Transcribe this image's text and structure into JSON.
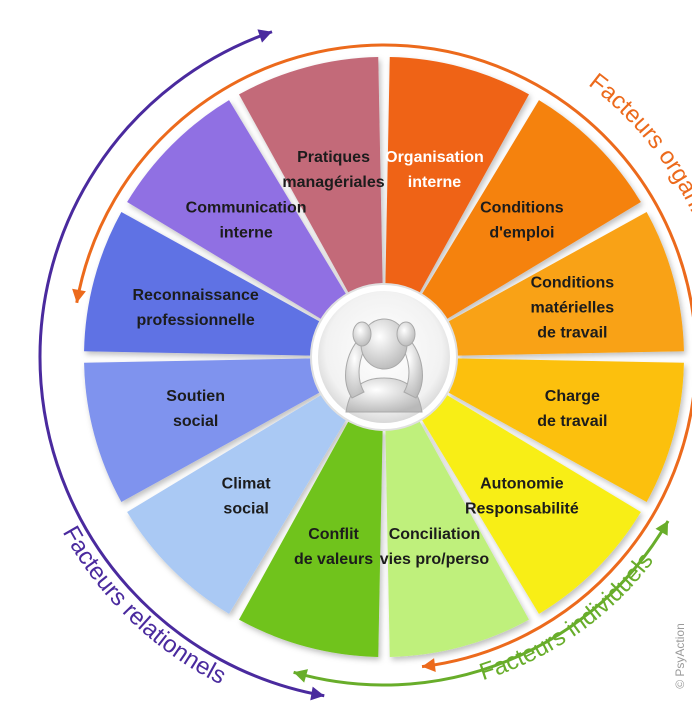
{
  "segments": [
    {
      "id": "organisation-interne",
      "lines": [
        "Organisation",
        "interne"
      ],
      "color": "#ef6316",
      "group": "organisational"
    },
    {
      "id": "conditions-emploi",
      "lines": [
        "Conditions",
        "d'emploi"
      ],
      "color": "#f5820e",
      "group": "organisational"
    },
    {
      "id": "conditions-materielles",
      "lines": [
        "Conditions",
        "matérielles",
        "de travail"
      ],
      "color": "#f9a214",
      "group": "organisational"
    },
    {
      "id": "charge-de-travail",
      "lines": [
        "Charge",
        "de travail"
      ],
      "color": "#fcc00f",
      "group": "organisational"
    },
    {
      "id": "autonomie-responsabilite",
      "lines": [
        "Autonomie",
        "Responsabilité"
      ],
      "color": "#f8ee13",
      "group": "individual"
    },
    {
      "id": "conciliation-vies",
      "lines": [
        "Conciliation",
        "vies pro/perso"
      ],
      "color": "#bff07c",
      "group": "individual"
    },
    {
      "id": "conflit-de-valeurs",
      "lines": [
        "Conflit",
        "de valeurs"
      ],
      "color": "#6fc31c",
      "group": "individual"
    },
    {
      "id": "climat-social",
      "lines": [
        "Climat",
        "social"
      ],
      "color": "#aac9f4",
      "group": "relational"
    },
    {
      "id": "soutien-social",
      "lines": [
        "Soutien",
        "social"
      ],
      "color": "#7f93ee",
      "group": "relational"
    },
    {
      "id": "reconnaissance-professionnelle",
      "lines": [
        "Reconnaissance",
        "professionnelle"
      ],
      "color": "#5f72e4",
      "group": "relational"
    },
    {
      "id": "communication-interne",
      "lines": [
        "Communication",
        "interne"
      ],
      "color": "#9070e3",
      "group": "relational"
    },
    {
      "id": "pratiques-manageriales",
      "lines": [
        "Pratiques",
        "managériales"
      ],
      "color": "#c36b79",
      "group": "relational"
    }
  ],
  "groups": {
    "organisational": {
      "title": "Facteurs organisationnels",
      "color": "#ec6a1c"
    },
    "individual": {
      "title": "Facteurs individuels",
      "color": "#68ad2a"
    },
    "relational": {
      "title": "Facteurs relationnels",
      "color": "#4a2a9e"
    }
  },
  "center_icon": "stressed-person-icon",
  "copyright": "© PsyAction"
}
